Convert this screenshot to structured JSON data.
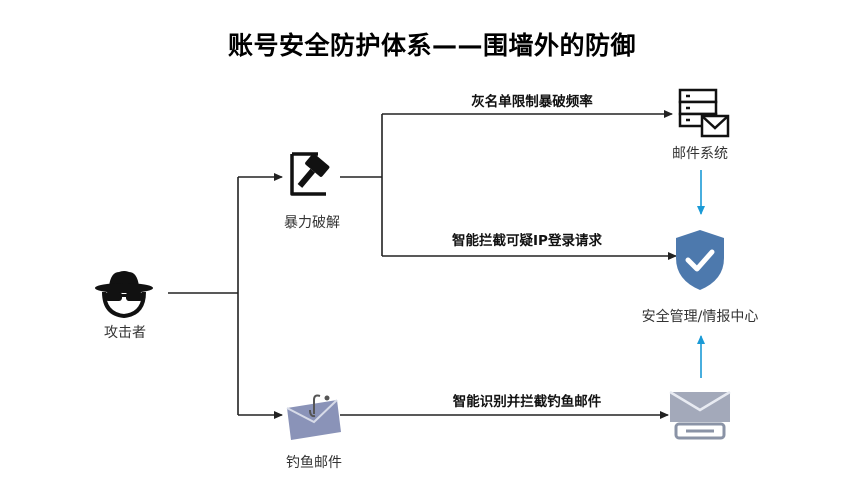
{
  "title": "账号安全防护体系——围墙外的防御",
  "nodes": {
    "attacker": {
      "label": "攻击者",
      "icon": "hacker-icon"
    },
    "brute_force": {
      "label": "暴力破解",
      "icon": "gavel-icon"
    },
    "phishing": {
      "label": "钓鱼邮件",
      "icon": "phishing-mail-icon"
    },
    "mail_system": {
      "label": "邮件系统",
      "icon": "mail-server-icon"
    },
    "security_center": {
      "label": "安全管理/情报中心",
      "icon": "shield-check-icon"
    },
    "mail_gateway": {
      "icon": "mail-gateway-icon"
    }
  },
  "edges": {
    "graylist": {
      "label": "灰名单限制暴破频率"
    },
    "intercept_ip": {
      "label": "智能拦截可疑IP登录请求"
    },
    "intercept_phish": {
      "label": "智能识别并拦截钓鱼邮件"
    }
  },
  "colors": {
    "line": "#222222",
    "accent_arrow": "#1a9ad6",
    "shield": "#4d79ad",
    "icon_gray": "#8a93a6"
  }
}
